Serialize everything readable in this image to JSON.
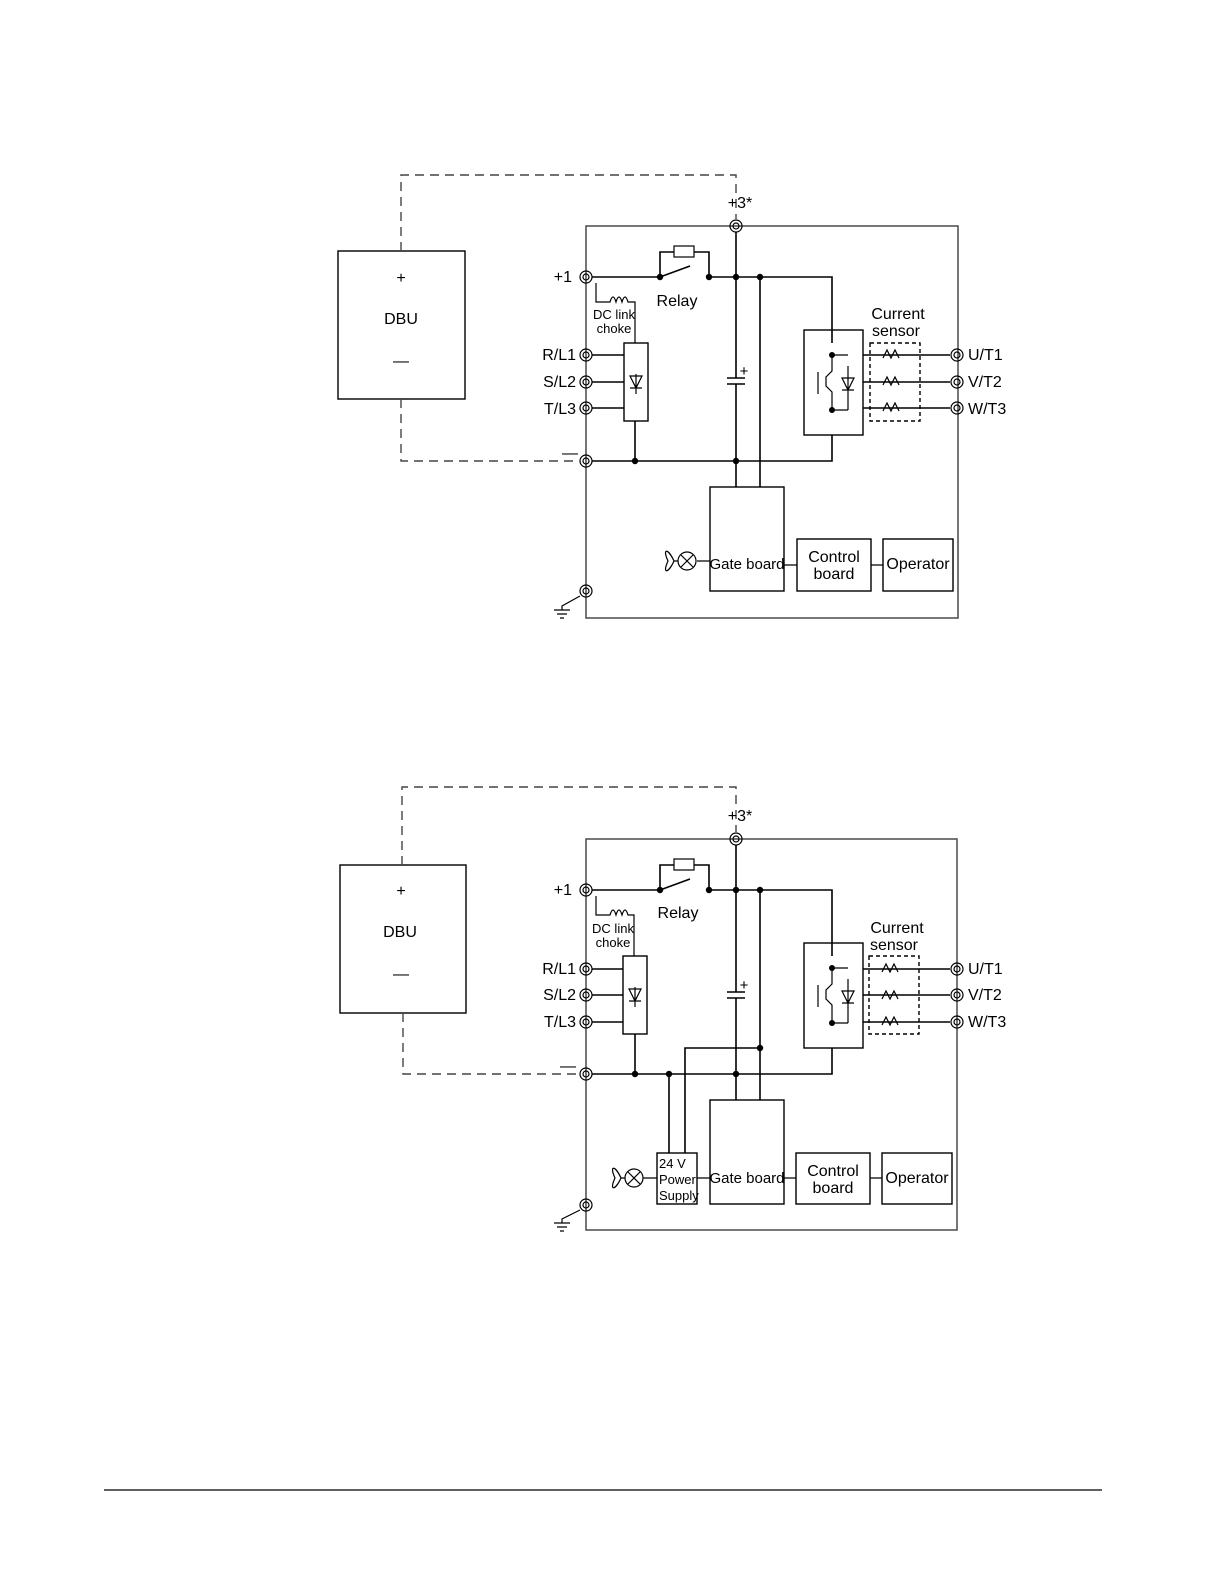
{
  "diagrams": [
    {
      "dbu": {
        "plus": "+",
        "name": "DBU",
        "minus": "—"
      },
      "terminals": {
        "t3": "+3*",
        "t1": "+1",
        "rl1": "R/L1",
        "sl2": "S/L2",
        "tl3": "T/L3",
        "neg": "—",
        "ut1": "U/T1",
        "vt2": "V/T2",
        "wt3": "W/T3"
      },
      "labels": {
        "relay": "Relay",
        "dc_link_1": "DC link",
        "dc_link_2": "choke",
        "cap_plus": "+",
        "current_1": "Current",
        "current_2": "sensor",
        "gate_board": "Gate board",
        "control_1": "Control",
        "control_2": "board",
        "operator": "Operator"
      }
    },
    {
      "dbu": {
        "plus": "+",
        "name": "DBU",
        "minus": "—"
      },
      "terminals": {
        "t3": "+3*",
        "t1": "+1",
        "rl1": "R/L1",
        "sl2": "S/L2",
        "tl3": "T/L3",
        "neg": "—",
        "ut1": "U/T1",
        "vt2": "V/T2",
        "wt3": "W/T3"
      },
      "labels": {
        "relay": "Relay",
        "dc_link_1": "DC link",
        "dc_link_2": "choke",
        "cap_plus": "+",
        "current_1": "Current",
        "current_2": "sensor",
        "psu_1": "24 V",
        "psu_2": "Power",
        "psu_3": "Supply",
        "gate_board": "Gate board",
        "control_1": "Control",
        "control_2": "board",
        "operator": "Operator"
      }
    }
  ]
}
